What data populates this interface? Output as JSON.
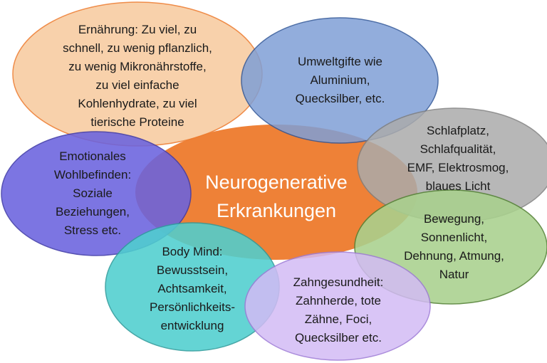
{
  "center": {
    "text": "Neurogenerative\nErkrankungen",
    "color": "#ED7D31"
  },
  "bubbles": [
    {
      "id": "ernaehrung",
      "text": "Ernährung: Zu viel, zu\nschnell, zu wenig pflanzlich,\nzu wenig Mikronährstoffe,\nzu viel einfache\nKohlenhydrate, zu viel\ntierische Proteine",
      "fill": "#F8CBA0",
      "stroke": "#ED7D31"
    },
    {
      "id": "umweltgifte",
      "text": "Umweltgifte wie\nAluminium,\nQuecksilber, etc.",
      "fill": "#7F9FD6",
      "stroke": "#2F5597"
    },
    {
      "id": "schlafplatz",
      "text": "Schlafplatz,\nSchlafqualität,\nEMF, Elektrosmog,\nblaues Licht",
      "fill": "#ABABAB",
      "stroke": "#7F7F7F"
    },
    {
      "id": "emotionales",
      "text": "Emotionales\nWohlbefinden:\nSoziale\nBeziehungen,\nStress etc.",
      "fill": "#6A63DF",
      "stroke": "#3F3AA8"
    },
    {
      "id": "bewegung",
      "text": "Bewegung,\nSonnenlicht,\nDehnung, Atmung,\nNatur",
      "fill": "#A9D18E",
      "stroke": "#548235"
    },
    {
      "id": "bodymind",
      "text": "Body Mind:\nBewusstsein,\nAchtsamkeit,\nPersönlichkeits-\nentwicklung",
      "fill": "#4FCFCF",
      "stroke": "#2E9C9C"
    },
    {
      "id": "zahngesundheit",
      "text": "Zahngesundheit:\nZahnherde, tote\nZähne, Foci,\nQuecksilber etc.",
      "fill": "#D3BBF5",
      "stroke": "#9D7AD6"
    }
  ]
}
